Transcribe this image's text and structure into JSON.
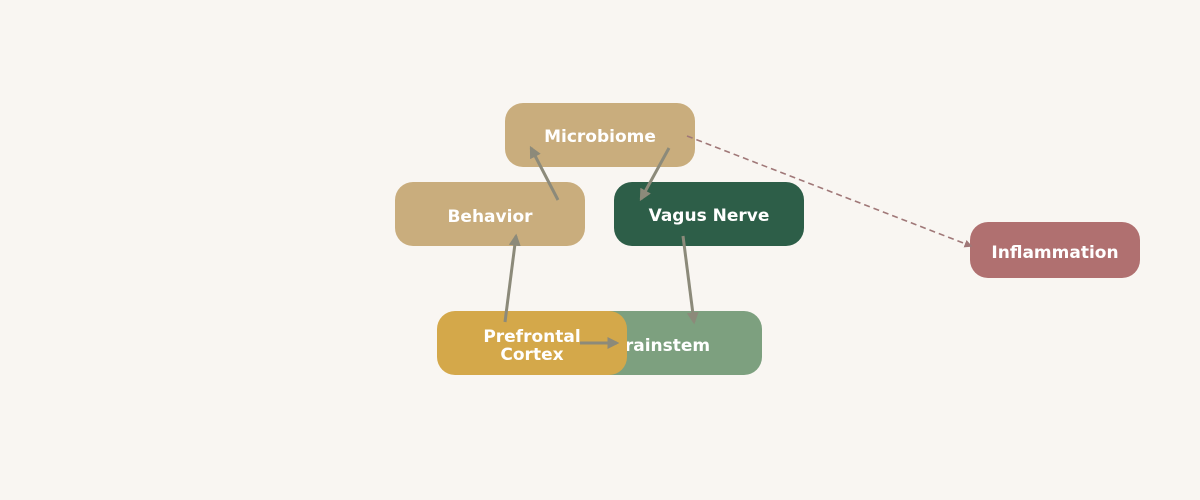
{
  "diagram": {
    "nodes": {
      "microbiome": {
        "label": "Microbiome",
        "color": "#c9ad7d"
      },
      "behavior": {
        "label": "Behavior",
        "color": "#c9ad7d"
      },
      "vagus_nerve": {
        "label": "Vagus Nerve",
        "color": "#2d5e48"
      },
      "inflammation": {
        "label": "Inflammation",
        "color": "#b07070"
      },
      "brainstem": {
        "label": "Brainstem",
        "visible_label": "rainstem",
        "color": "#7da07f"
      },
      "prefrontal_cortex": {
        "label_line1": "Prefrontal",
        "label_line2": "Cortex",
        "color": "#d4a84a"
      }
    },
    "edges": [
      {
        "from": "microbiome",
        "to": "vagus_nerve",
        "style": "solid"
      },
      {
        "from": "vagus_nerve",
        "to": "brainstem",
        "style": "solid"
      },
      {
        "from": "prefrontal_cortex",
        "to": "brainstem",
        "style": "solid"
      },
      {
        "from": "prefrontal_cortex",
        "to": "behavior",
        "style": "solid"
      },
      {
        "from": "behavior",
        "to": "microbiome",
        "style": "solid"
      },
      {
        "from": "microbiome",
        "to": "inflammation",
        "style": "dashed"
      }
    ],
    "colors": {
      "background": "#f9f6f2",
      "solid_arrow": "#8c8a7a",
      "dashed_arrow": "#a07878"
    }
  }
}
